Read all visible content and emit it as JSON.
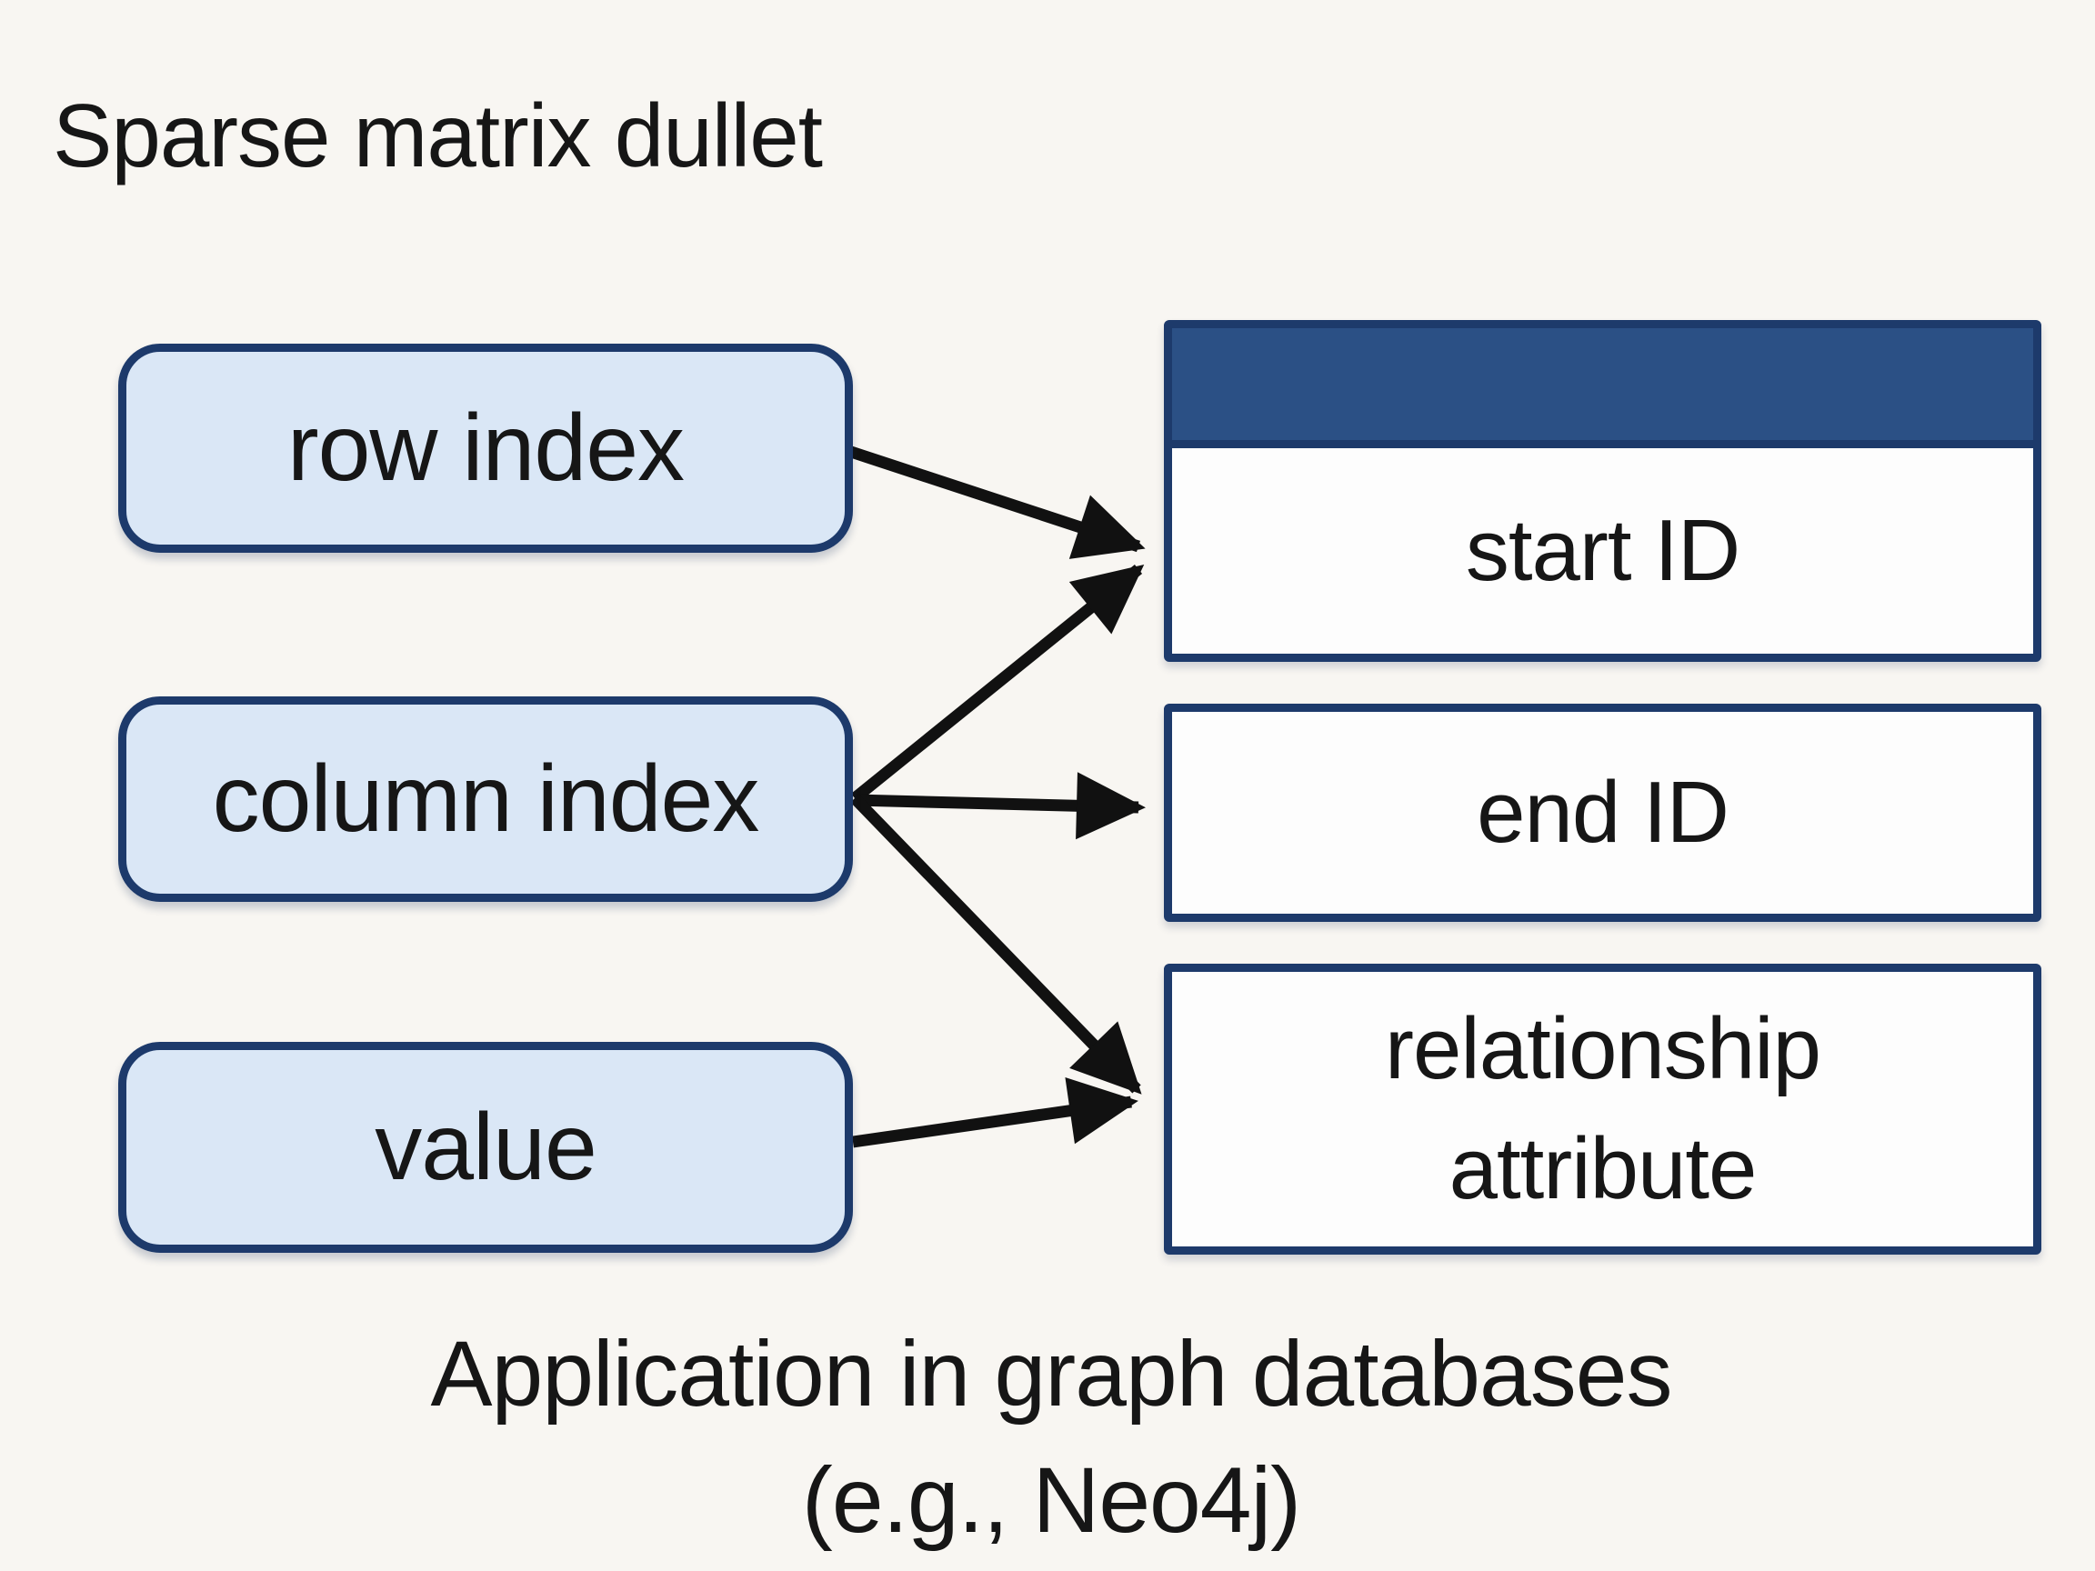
{
  "diagram": {
    "title": "Sparse matrix dullet",
    "left_nodes": [
      {
        "id": "row-index",
        "label": "row index"
      },
      {
        "id": "column-index",
        "label": "column index"
      },
      {
        "id": "value",
        "label": "value"
      }
    ],
    "right_nodes": [
      {
        "id": "start-id",
        "label": "start ID",
        "has_header_band": true
      },
      {
        "id": "end-id",
        "label": "end ID",
        "has_header_band": false
      },
      {
        "id": "relationship-attribute",
        "label": "relationship attribute",
        "has_header_band": false
      }
    ],
    "edges": [
      {
        "from": "row-index",
        "to": "start-id"
      },
      {
        "from": "column-index",
        "to": "start-id"
      },
      {
        "from": "column-index",
        "to": "end-id"
      },
      {
        "from": "column-index",
        "to": "relationship-attribute"
      },
      {
        "from": "value",
        "to": "relationship-attribute"
      }
    ],
    "caption": {
      "line1": "Application in graph databases",
      "line2": "(e.g., Neo4j)"
    },
    "colors": {
      "background": "#f8f6f2",
      "node_fill": "#dae7f6",
      "node_border": "#1d3a6b",
      "header_fill": "#2b5085",
      "arrow": "#111111",
      "text": "#161616"
    }
  }
}
